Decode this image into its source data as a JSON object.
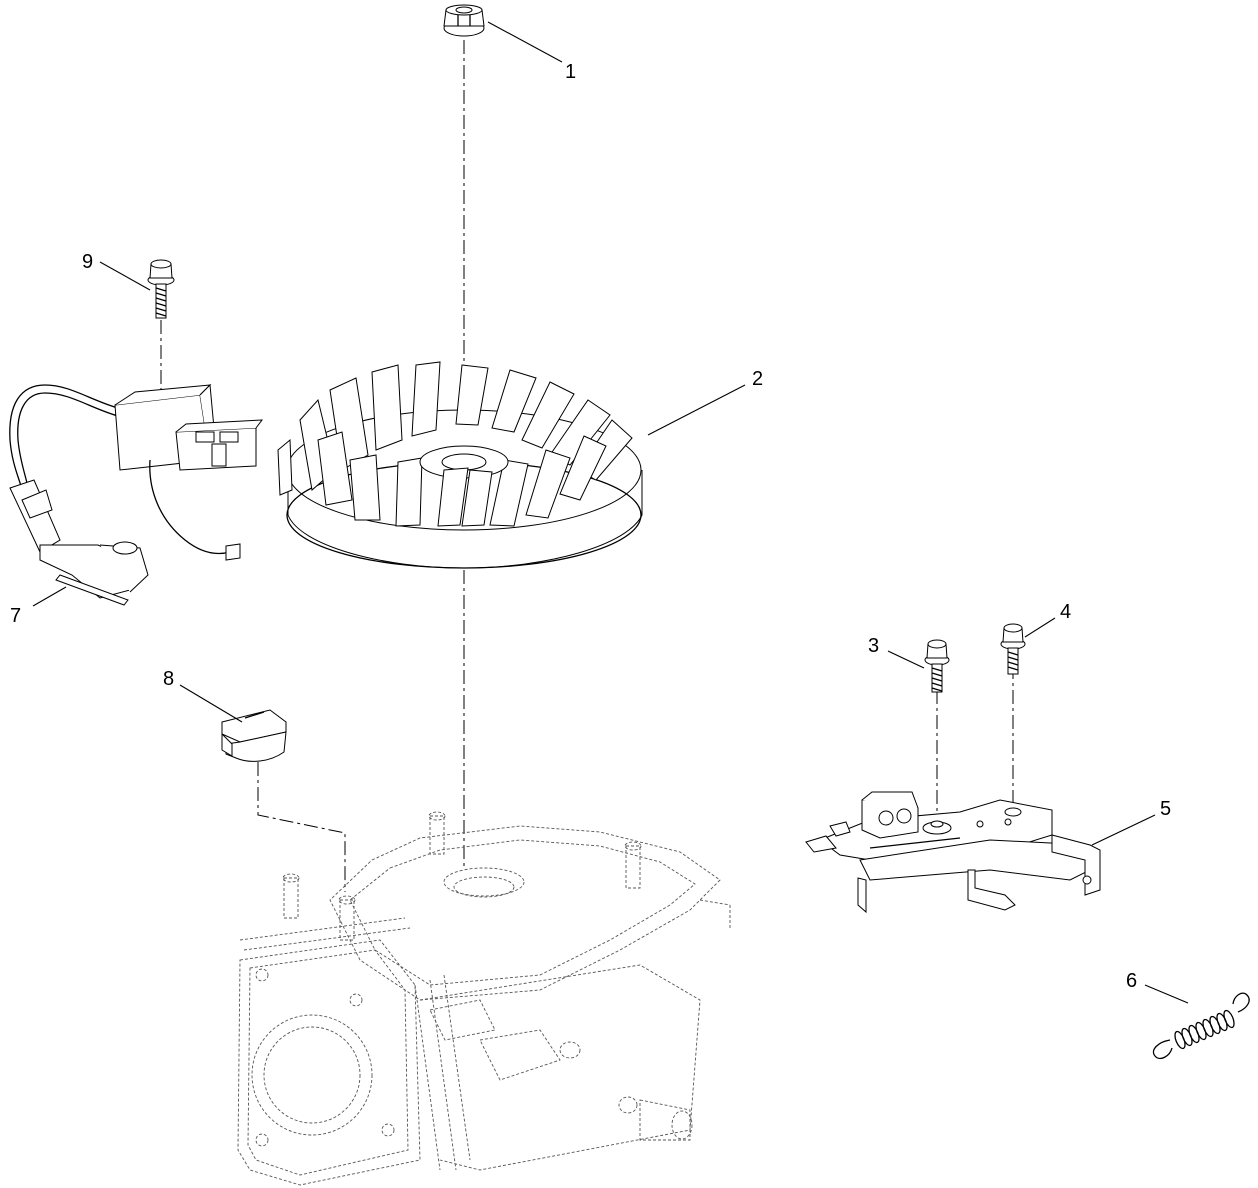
{
  "callouts": [
    {
      "id": "1",
      "label": "1"
    },
    {
      "id": "2",
      "label": "2"
    },
    {
      "id": "3",
      "label": "3"
    },
    {
      "id": "4",
      "label": "4"
    },
    {
      "id": "5",
      "label": "5"
    },
    {
      "id": "6",
      "label": "6"
    },
    {
      "id": "7",
      "label": "7"
    },
    {
      "id": "8",
      "label": "8"
    },
    {
      "id": "9",
      "label": "9"
    }
  ],
  "parts": [
    {
      "id": "1",
      "icon": "flange-nut-icon"
    },
    {
      "id": "2",
      "icon": "flywheel-icon"
    },
    {
      "id": "3",
      "icon": "bolt-icon"
    },
    {
      "id": "4",
      "icon": "bolt-icon"
    },
    {
      "id": "5",
      "icon": "control-bracket-icon"
    },
    {
      "id": "6",
      "icon": "extension-spring-icon"
    },
    {
      "id": "7",
      "icon": "ignition-coil-icon"
    },
    {
      "id": "8",
      "icon": "cover-plug-icon"
    },
    {
      "id": "9",
      "icon": "bolt-icon"
    }
  ],
  "reference": {
    "icon": "engine-block-icon"
  }
}
